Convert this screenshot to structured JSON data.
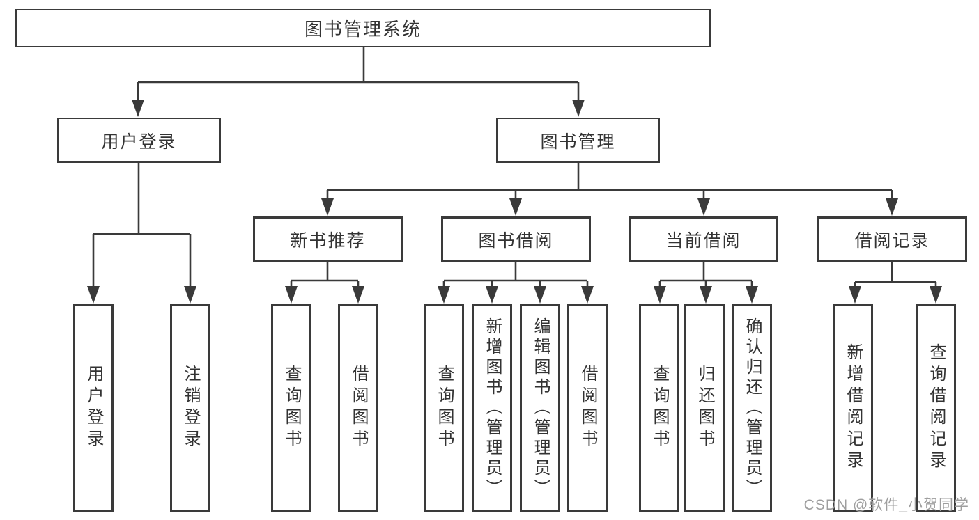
{
  "nodes": {
    "root": "图书管理系统",
    "userLogin": {
      "label": "用户登录",
      "children": [
        "用户登录",
        "注销登录"
      ]
    },
    "bookManagement": {
      "label": "图书管理",
      "sections": {
        "newBooks": {
          "label": "新书推荐",
          "children": [
            "查询图书",
            "借阅图书"
          ]
        },
        "bookBorrow": {
          "label": "图书借阅",
          "children": [
            "查询图书",
            "新增图书（管理员）",
            "编辑图书（管理员）",
            "借阅图书"
          ]
        },
        "currentBorrow": {
          "label": "当前借阅",
          "children": [
            "查询图书",
            "归还图书",
            "确认归还（管理员）"
          ]
        },
        "borrowRecords": {
          "label": "借阅记录",
          "children": [
            "新增借阅记录",
            "查询借阅记录"
          ]
        }
      }
    }
  },
  "watermark": "CSDN @软件_小贺同学",
  "colors": {
    "line": "#3a3a3a",
    "text": "#333333",
    "watermark": "#9e9e9e",
    "background": "#ffffff"
  }
}
